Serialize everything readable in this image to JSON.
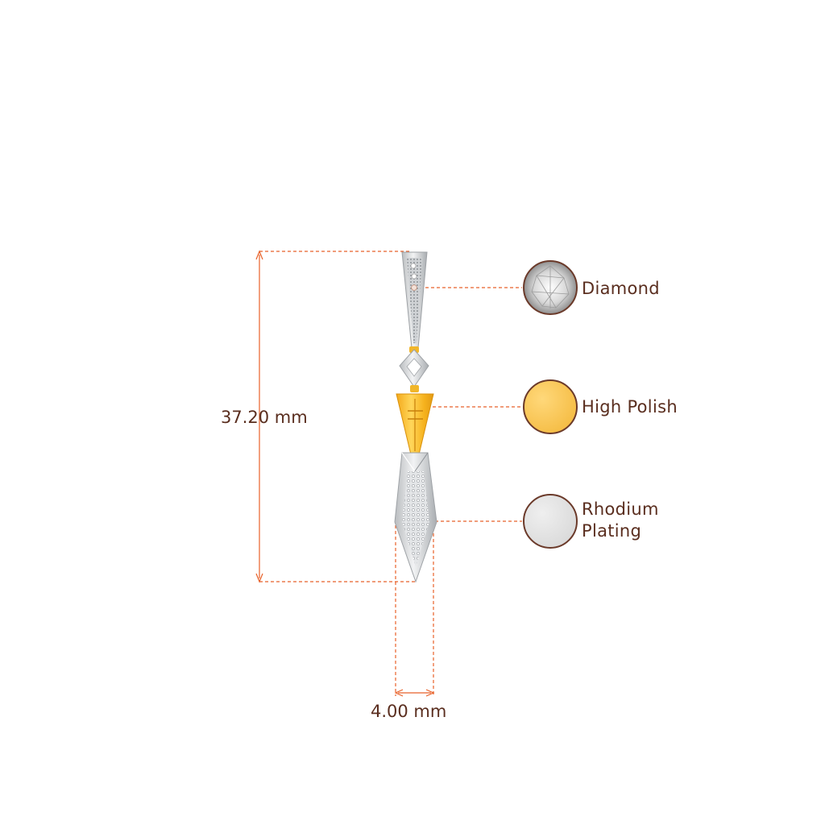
{
  "dimensions": {
    "height": "37.20 mm",
    "width": "4.00 mm"
  },
  "materials": [
    {
      "label": "Diamond",
      "swatch": "diamond"
    },
    {
      "label": "High Polish",
      "swatch": "#f9c85a"
    },
    {
      "label": "Rhodium",
      "label2": "Plating",
      "swatch": "#e2e2e2"
    }
  ],
  "colors": {
    "guide_line": "#e8622a",
    "swatch_border": "#6b3a2a",
    "text": "#5a2e1f",
    "gold": "#f6b21e",
    "silver": "#d9dadb"
  }
}
